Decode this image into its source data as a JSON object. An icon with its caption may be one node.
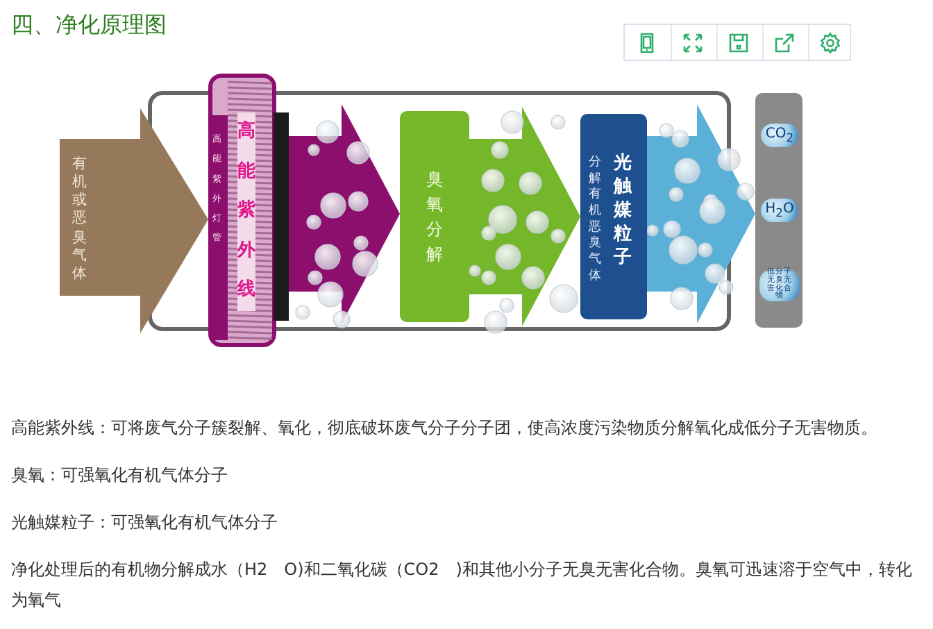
{
  "diagram": {
    "title": "四、净化原理图",
    "nodes": [
      {
        "text": [
          "有机或恶臭气体"
        ]
      },
      {
        "text": [
          "高能紫外灯管",
          "高能紫外线"
        ]
      },
      {
        "text": [
          "臭氧分解"
        ]
      },
      {
        "text": [
          "分解有机恶臭气体",
          "光触媒粒子"
        ]
      },
      {
        "text": [],
        "shape": "bar"
      },
      {
        "text": [
          "CO$_{2}$"
        ],
        "in": 4
      },
      {
        "text": [
          "H$_{2}$O"
        ],
        "in": 4
      },
      {
        "text": [
          "低分子无臭无害化合物"
        ],
        "in": 4
      }
    ],
    "edges": [
      {
        "from": 1,
        "to": 2,
        "arrow": "to",
        "style": "thick",
        "color": "#8c0f6e"
      },
      {
        "from": 2,
        "to": 3,
        "arrow": "to",
        "style": "thick",
        "color": "#74b72a"
      },
      {
        "from": 3,
        "to": 4,
        "arrow": "to",
        "style": "thick",
        "color": "#5bb0d8"
      }
    ],
    "labels": [
      "高能紫外线：可将废气分子簇裂解、氧化，彻底破坏废气分子分子团，使高浓度污染物质分解氧化成低分子无害物质。",
      "臭氧：可强氧化有机气体分子",
      "光触媒粒子：可强氧化有机气体分子",
      "净化处理后的有机物分解成水（H2　O)和二氧化碳（CO2　)和其他小分子无臭无害化合物。臭氧可迅速溶于空气中，转化为氧气"
    ]
  }
}
